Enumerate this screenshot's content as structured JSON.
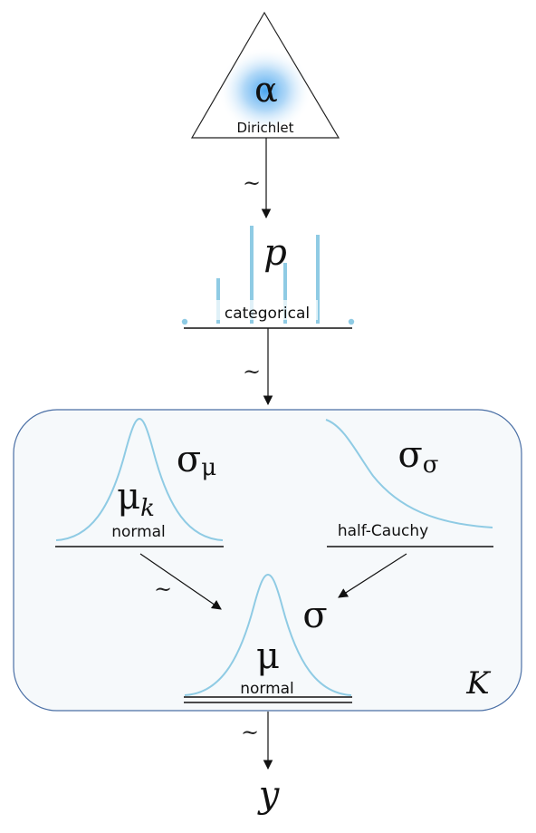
{
  "nodes": {
    "alpha": {
      "symbol": "α",
      "distribution": "Dirichlet"
    },
    "p": {
      "symbol": "p",
      "distribution": "categorical"
    },
    "mu_k": {
      "symbol": "μ",
      "subscript": "k",
      "distribution": "normal",
      "param": "σ",
      "param_sub": "μ"
    },
    "sigma_sigma": {
      "symbol": "σ",
      "subscript": "σ",
      "distribution": "half-Cauchy"
    },
    "mu": {
      "symbol": "μ",
      "distribution": "normal",
      "param": "σ"
    },
    "y": {
      "symbol": "y"
    }
  },
  "plate": {
    "label": "K"
  },
  "edges": {
    "tilde": "~"
  },
  "colors": {
    "curve": "#8fcbe4",
    "plate_fill": "#f6f9fb",
    "plate_stroke": "#4a6fa5",
    "glow": "#3fa0ee"
  }
}
